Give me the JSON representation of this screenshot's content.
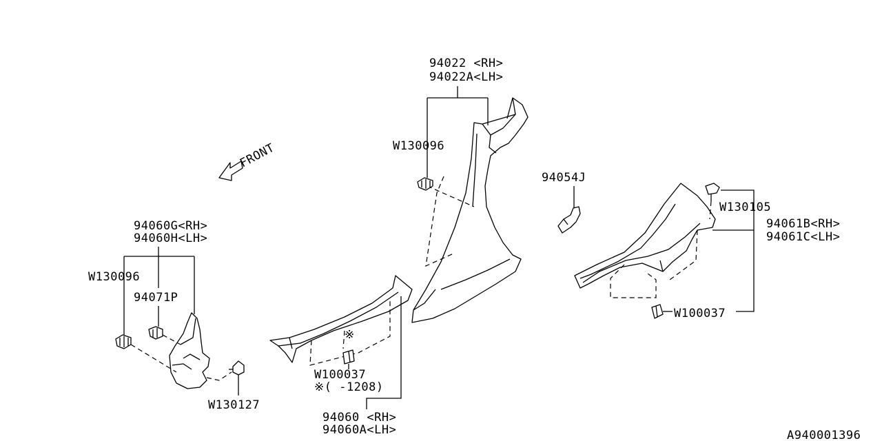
{
  "labels": {
    "p94022": "94022 <RH>",
    "p94022A": "94022A<LH>",
    "w130096_top": "W130096",
    "front": "FRONT",
    "p94054J": "94054J",
    "w130105": "W130105",
    "p94061B": "94061B<RH>",
    "p94061C": "94061C<LH>",
    "w100037_right": "W100037",
    "p94060G": "94060G<RH>",
    "p94060H": "94060H<LH>",
    "w130096_left": "W130096",
    "p94071P": "94071P",
    "w130127": "W130127",
    "w100037_mid": "W100037",
    "note_1208": "※(  -1208)",
    "note_mark": "※",
    "p94060": "94060 <RH>",
    "p94060A": "94060A<LH>",
    "diagram_id": "A940001396"
  }
}
